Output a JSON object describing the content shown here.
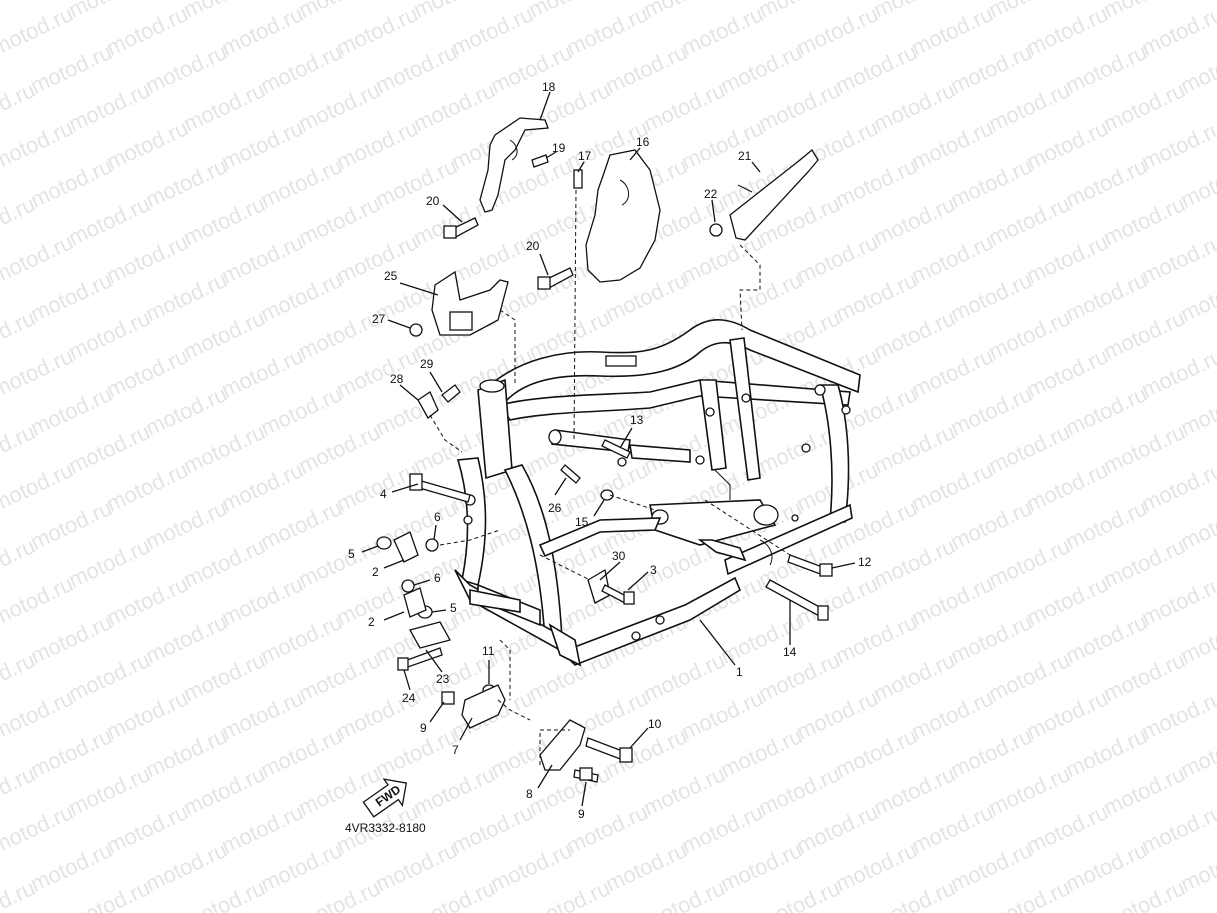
{
  "watermark": "motod.ru",
  "diagram_code": "4VR3332-8180",
  "fwd_label": "FWD",
  "part_labels": [
    "1",
    "2",
    "2",
    "3",
    "4",
    "5",
    "5",
    "6",
    "6",
    "7",
    "8",
    "9",
    "9",
    "10",
    "11",
    "12",
    "13",
    "14",
    "15",
    "16",
    "17",
    "18",
    "19",
    "20",
    "20",
    "21",
    "22",
    "23",
    "24",
    "25",
    "26",
    "27",
    "28",
    "29",
    "30"
  ]
}
